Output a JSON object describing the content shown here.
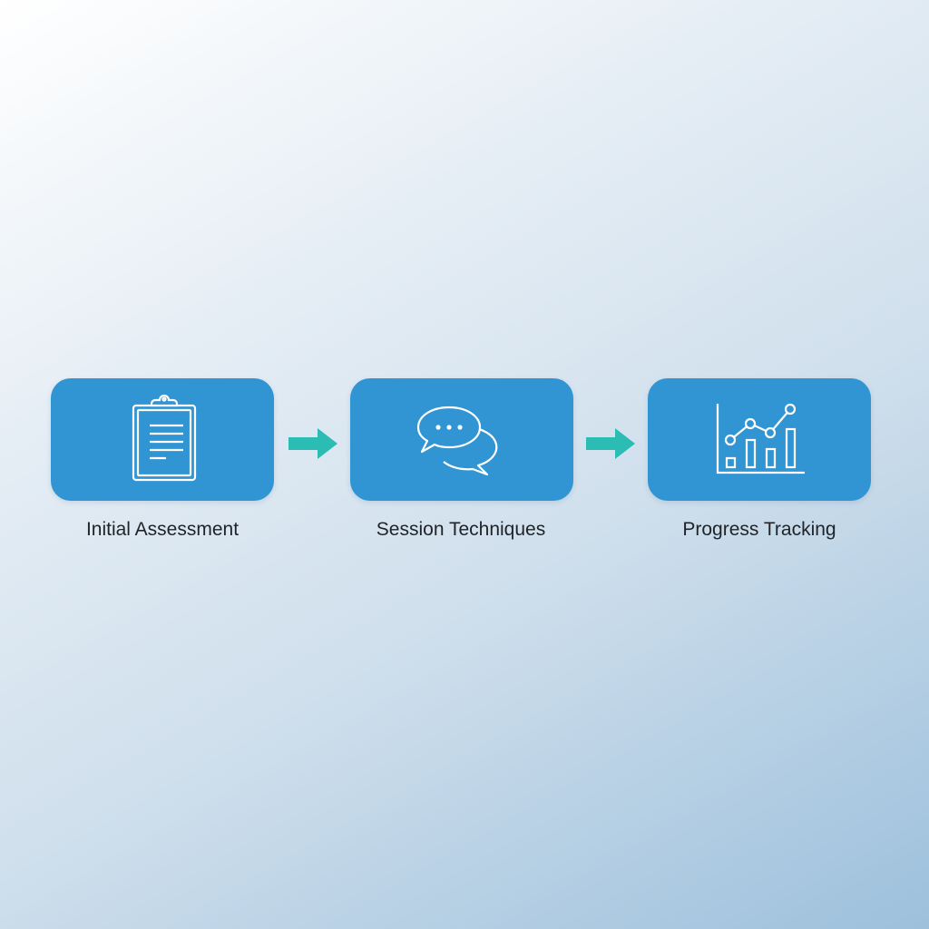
{
  "steps": [
    {
      "label": "Initial Assessment",
      "icon": "clipboard-icon"
    },
    {
      "label": "Session Techniques",
      "icon": "chat-bubbles-icon"
    },
    {
      "label": "Progress Tracking",
      "icon": "chart-icon"
    }
  ],
  "colors": {
    "box": "#3095d2",
    "arrow": "#2bbcb4",
    "text": "#1f2328"
  }
}
